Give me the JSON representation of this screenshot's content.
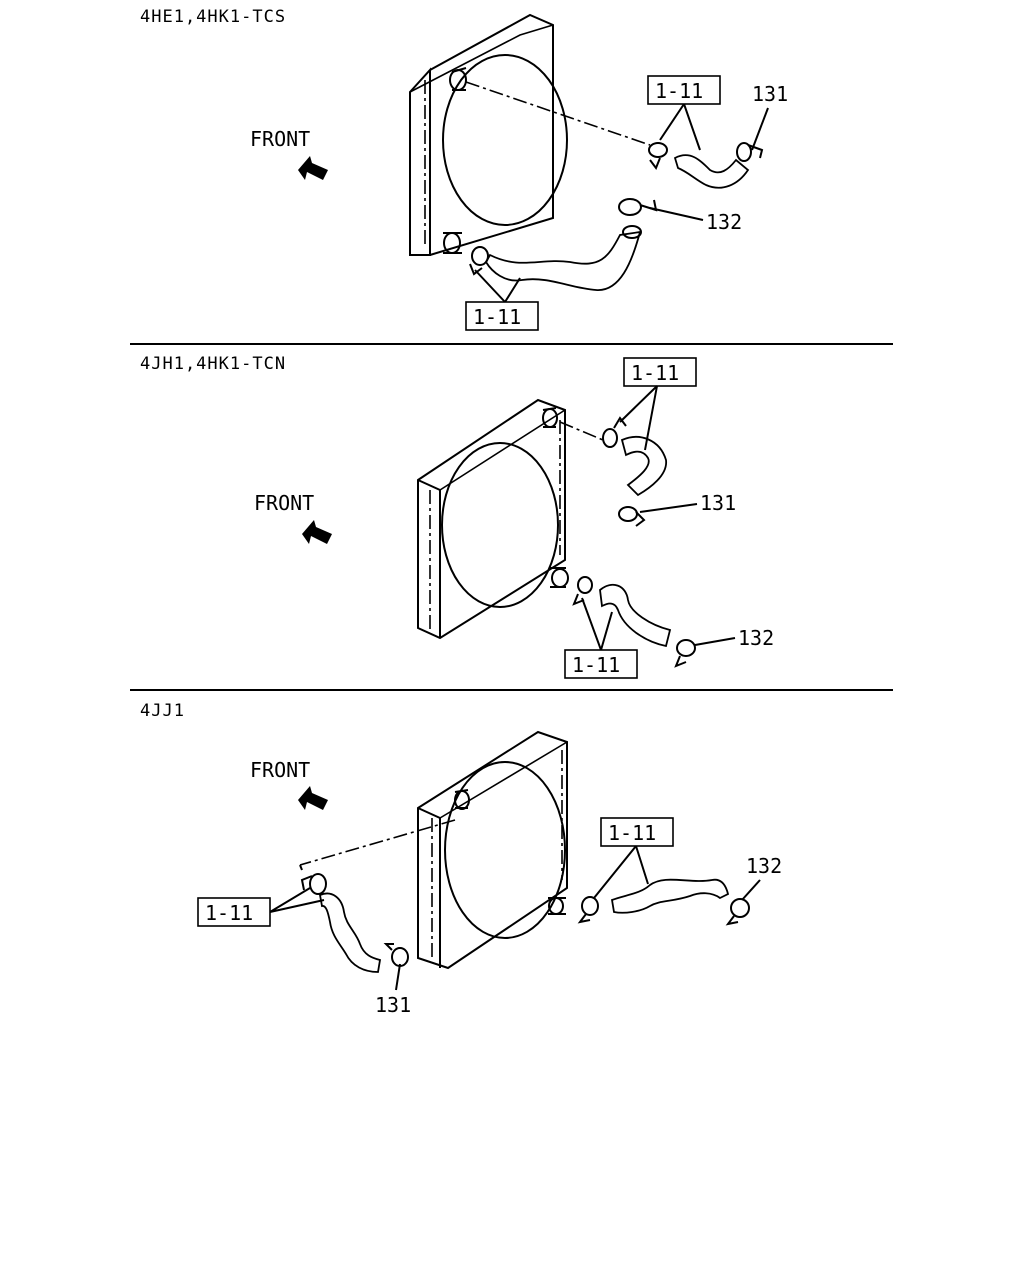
{
  "sections": [
    {
      "header": "4HE1,4HK1-TCS",
      "front_label": "FRONT",
      "callouts": [
        "1-11",
        "131",
        "132",
        "1-11"
      ]
    },
    {
      "header": "4JH1,4HK1-TCN",
      "front_label": "FRONT",
      "callouts": [
        "1-11",
        "131",
        "132",
        "1-11"
      ]
    },
    {
      "header": "4JJ1",
      "front_label": "FRONT",
      "callouts": [
        "1-11",
        "1-11",
        "132",
        "131"
      ]
    }
  ]
}
